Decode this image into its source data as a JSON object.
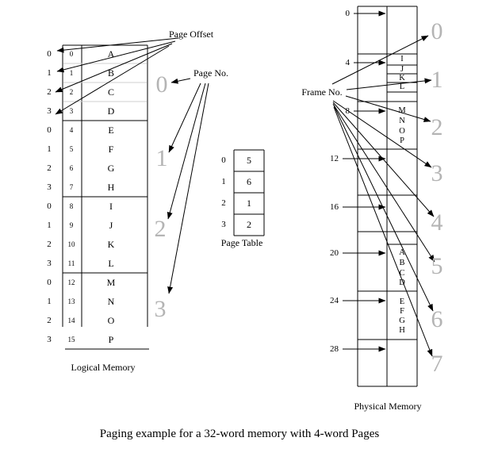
{
  "caption": "Paging example for a 32-word memory with 4-word Pages",
  "labels": {
    "page_offset": "Page Offset",
    "page_no": "Page No.",
    "frame_no": "Frame No.",
    "logical_memory": "Logical Memory",
    "page_table": "Page Table",
    "physical_memory": "Physical Memory"
  },
  "logical_memory": {
    "rows": [
      {
        "offset": "0",
        "address": "0",
        "value": "A"
      },
      {
        "offset": "1",
        "address": "1",
        "value": "B"
      },
      {
        "offset": "2",
        "address": "2",
        "value": "C"
      },
      {
        "offset": "3",
        "address": "3",
        "value": "D"
      },
      {
        "offset": "0",
        "address": "4",
        "value": "E"
      },
      {
        "offset": "1",
        "address": "5",
        "value": "F"
      },
      {
        "offset": "2",
        "address": "6",
        "value": "G"
      },
      {
        "offset": "3",
        "address": "7",
        "value": "H"
      },
      {
        "offset": "0",
        "address": "8",
        "value": "I"
      },
      {
        "offset": "1",
        "address": "9",
        "value": "J"
      },
      {
        "offset": "2",
        "address": "10",
        "value": "K"
      },
      {
        "offset": "3",
        "address": "11",
        "value": "L"
      },
      {
        "offset": "0",
        "address": "12",
        "value": "M"
      },
      {
        "offset": "1",
        "address": "13",
        "value": "N"
      },
      {
        "offset": "2",
        "address": "14",
        "value": "O"
      },
      {
        "offset": "3",
        "address": "15",
        "value": "P"
      }
    ]
  },
  "page_numbers": [
    "0",
    "1",
    "2",
    "3"
  ],
  "page_table": {
    "rows": [
      {
        "page": "0",
        "frame": "5"
      },
      {
        "page": "1",
        "frame": "6"
      },
      {
        "page": "2",
        "frame": "1"
      },
      {
        "page": "3",
        "frame": "2"
      }
    ]
  },
  "physical_memory": {
    "addresses": [
      "0",
      "4",
      "8",
      "12",
      "16",
      "20",
      "24",
      "28"
    ],
    "frame1_letters": [
      "I",
      "J",
      "K",
      "L"
    ],
    "frame2_letters": [
      "M",
      "N",
      "O",
      "P"
    ],
    "frame5_letters": [
      "A",
      "B",
      "C",
      "D"
    ],
    "frame6_letters": [
      "E",
      "F",
      "G",
      "H"
    ]
  },
  "frame_numbers": [
    "0",
    "1",
    "2",
    "3",
    "4",
    "5",
    "6",
    "7"
  ],
  "colors": {
    "gray_number": "#b4b4b4",
    "line": "#000000",
    "light_line": "#cfcfcf"
  }
}
